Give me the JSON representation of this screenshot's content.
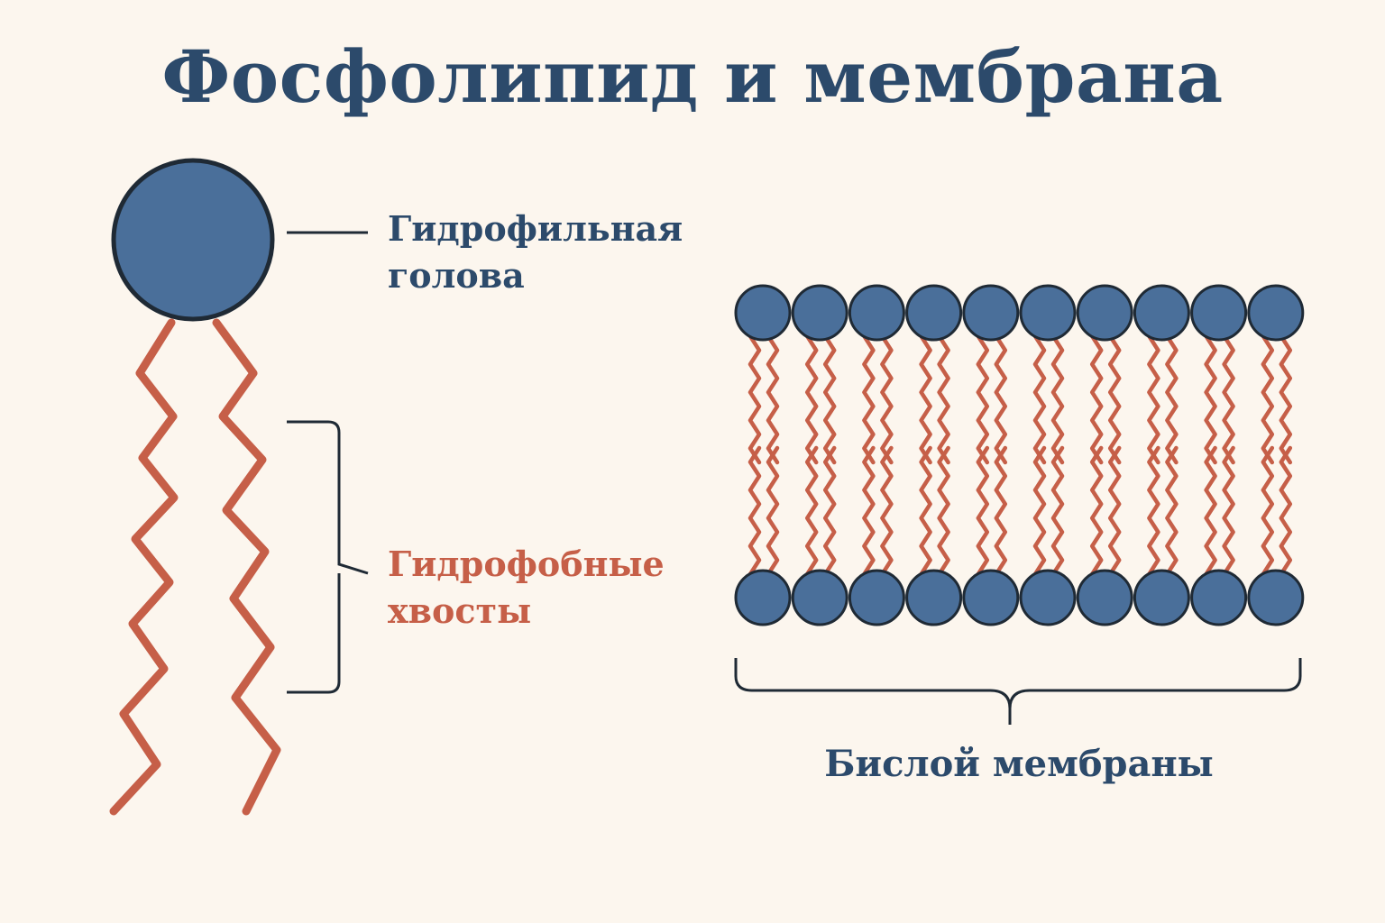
{
  "title": "Фосфолипид и мембрана",
  "labels": {
    "head_line1": "Гидрофильная",
    "head_line2": "голова",
    "tail_line1": "Гидрофобные",
    "tail_line2": "хвосты",
    "bilayer": "Бислой мембраны"
  },
  "colors": {
    "head_fill": "#4a6f9a",
    "head_stroke": "#1f2a35",
    "tail": "#c65f48",
    "title": "#2c4a6b",
    "background": "#fcf6ee"
  },
  "bilayer": {
    "lipids_per_layer": 10
  }
}
